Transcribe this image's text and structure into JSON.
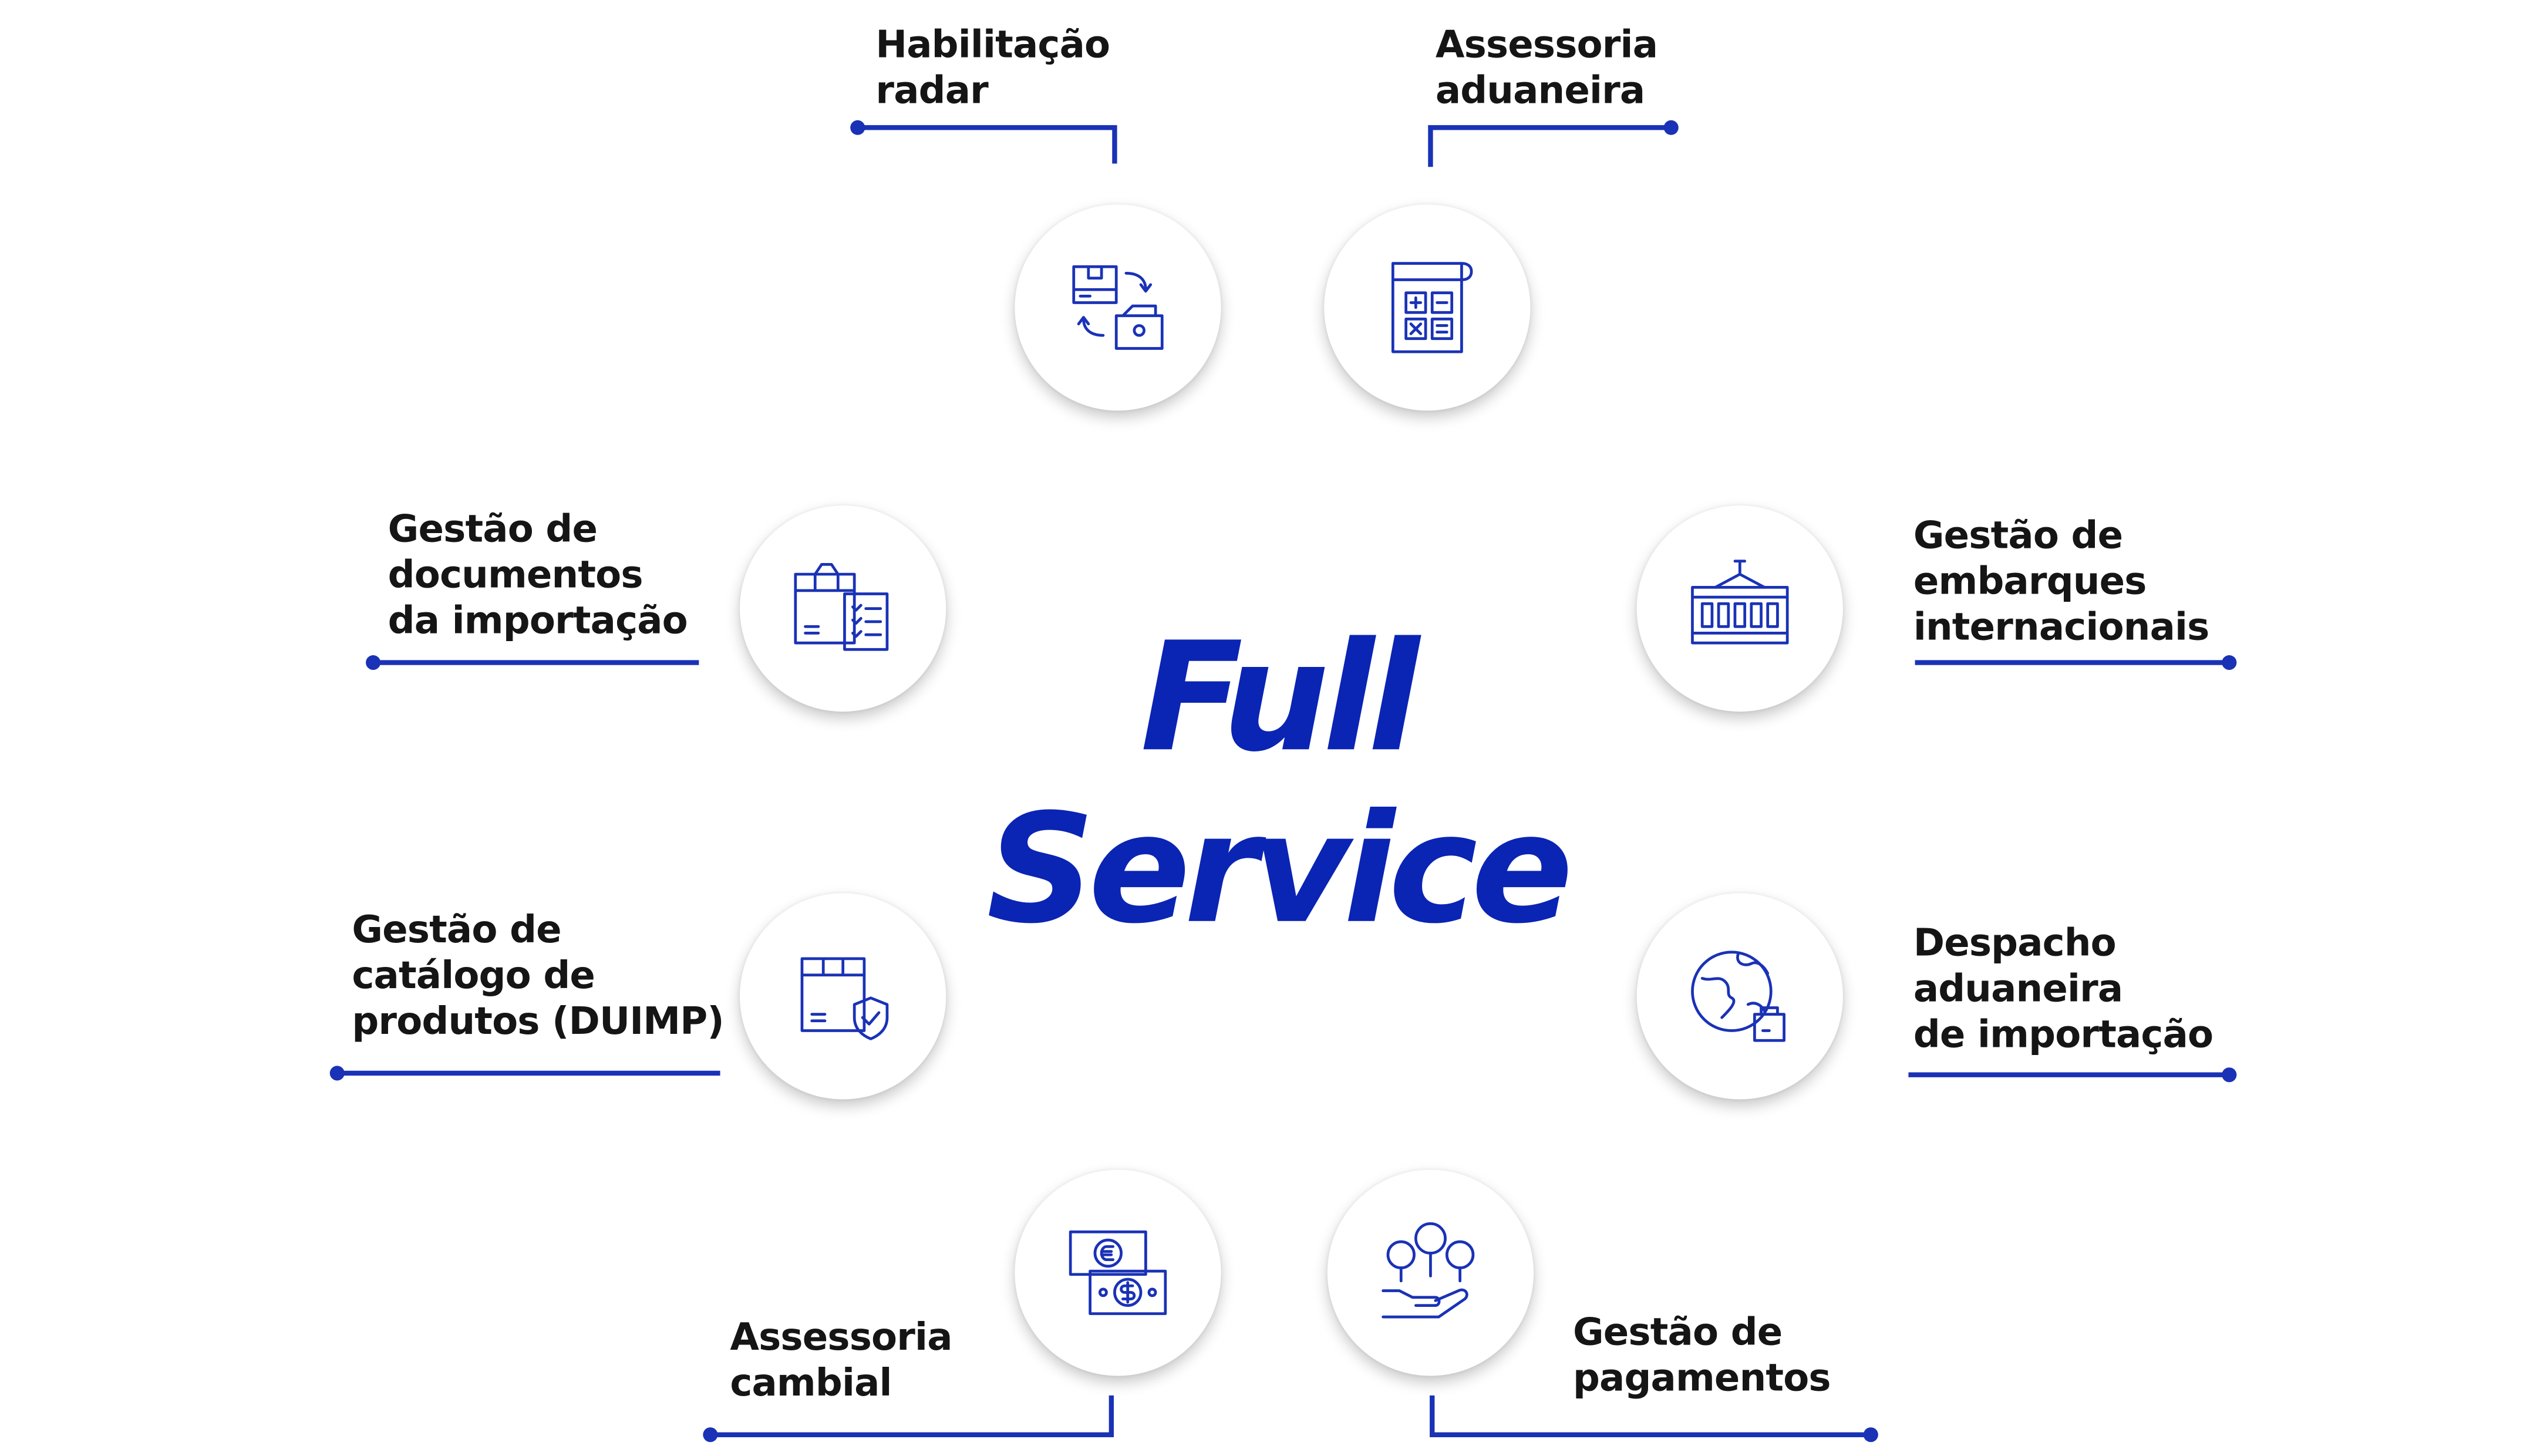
{
  "title": {
    "line1": "Full",
    "line2": "Service"
  },
  "colors": {
    "accent": "#0a24b4",
    "text": "#151515",
    "line": "#1a32b6"
  },
  "services": [
    {
      "id": "habilitacao-radar",
      "lines": [
        "Habilitação",
        "radar"
      ],
      "icon": "box-exchange-icon"
    },
    {
      "id": "assessoria-aduaneira",
      "lines": [
        "Assessoria",
        "aduaneira"
      ],
      "icon": "calculator-icon"
    },
    {
      "id": "gestao-embarques",
      "lines": [
        "Gestão de",
        "embarques",
        "internacionais"
      ],
      "icon": "shipping-container-icon"
    },
    {
      "id": "despacho-aduaneira",
      "lines": [
        "Despacho",
        "aduaneira",
        "de importação"
      ],
      "icon": "globe-package-icon"
    },
    {
      "id": "gestao-pagamentos",
      "lines": [
        "Gestão de",
        "pagamentos"
      ],
      "icon": "hand-coins-icon"
    },
    {
      "id": "assessoria-cambial",
      "lines": [
        "Assessoria",
        "cambial"
      ],
      "icon": "banknotes-icon"
    },
    {
      "id": "gestao-catalogo",
      "lines": [
        "Gestão de",
        "catálogo de",
        "produtos (DUIMP)"
      ],
      "icon": "box-shield-icon"
    },
    {
      "id": "gestao-documentos",
      "lines": [
        "Gestão de",
        "documentos",
        "da importação"
      ],
      "icon": "box-document-icon"
    }
  ]
}
